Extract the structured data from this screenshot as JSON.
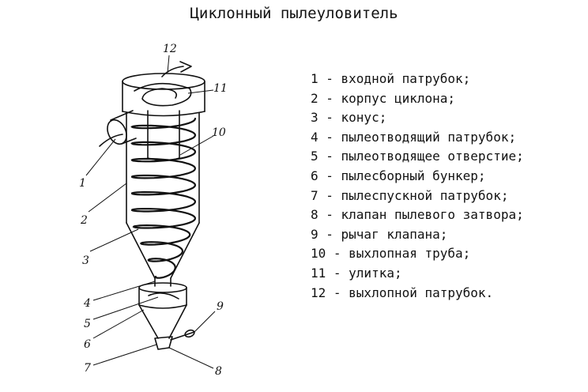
{
  "title": "Циклонный пылеуловитель",
  "legend": [
    "1 - входной патрубок;",
    "2 - корпус циклона;",
    "3 - конус;",
    "4 - пылеотводящий патрубок;",
    "5 - пылеотводящее отверстие;",
    "6 - пылесборный бункер;",
    "7 - пылеспускной патрубок;",
    "8 - клапан пылевого затвора;",
    "9 - рычаг клапана;",
    "10 - выхлопная труба;",
    "11 - улитка;",
    "12 - выхлопной патрубок."
  ],
  "callouts": [
    "1",
    "2",
    "3",
    "4",
    "5",
    "6",
    "7",
    "8",
    "9",
    "10",
    "11",
    "12"
  ]
}
